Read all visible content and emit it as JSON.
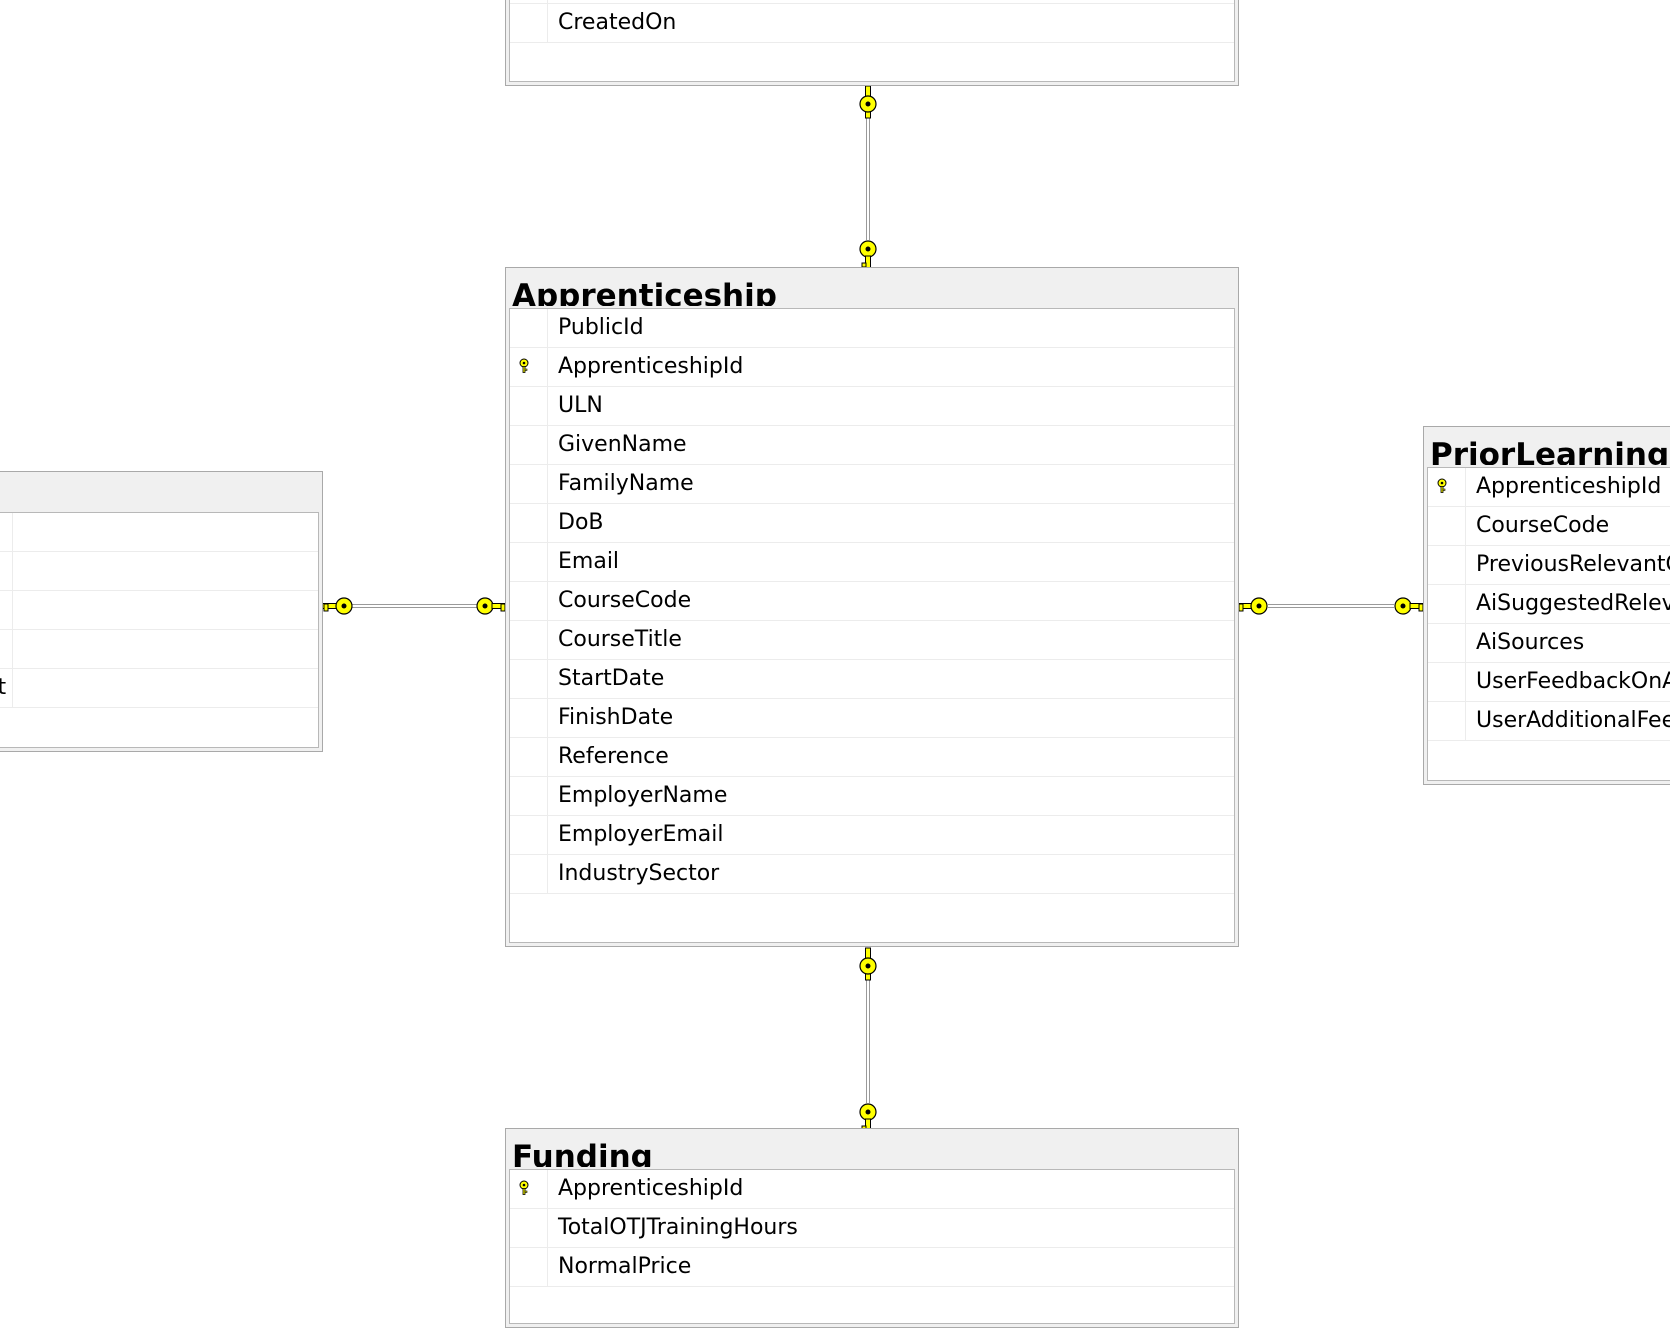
{
  "diagram": {
    "key_color": "#ffff00",
    "tables": [
      {
        "id": "top",
        "title": "",
        "columns": [
          {
            "name": "",
            "key": false
          },
          {
            "name": "CreatedOn",
            "key": false
          }
        ]
      },
      {
        "id": "apprenticeship",
        "title": "Apprenticeship",
        "columns": [
          {
            "name": "PublicId",
            "key": false
          },
          {
            "name": "ApprenticeshipId",
            "key": true
          },
          {
            "name": "ULN",
            "key": false
          },
          {
            "name": "GivenName",
            "key": false
          },
          {
            "name": "FamilyName",
            "key": false
          },
          {
            "name": "DoB",
            "key": false
          },
          {
            "name": "Email",
            "key": false
          },
          {
            "name": "CourseCode",
            "key": false
          },
          {
            "name": "CourseTitle",
            "key": false
          },
          {
            "name": "StartDate",
            "key": false
          },
          {
            "name": "FinishDate",
            "key": false
          },
          {
            "name": "Reference",
            "key": false
          },
          {
            "name": "EmployerName",
            "key": false
          },
          {
            "name": "EmployerEmail",
            "key": false
          },
          {
            "name": "IndustrySector",
            "key": false
          }
        ]
      },
      {
        "id": "left",
        "title": "",
        "columns": [
          {
            "name": "",
            "key": false
          },
          {
            "name": "",
            "key": false
          },
          {
            "name": "",
            "key": false
          },
          {
            "name": "",
            "key": false
          },
          {
            "name": "ort",
            "key": false
          }
        ]
      },
      {
        "id": "prior",
        "title": "PriorLearningQu",
        "columns": [
          {
            "name": "ApprenticeshipId",
            "key": true
          },
          {
            "name": "CourseCode",
            "key": false
          },
          {
            "name": "PreviousRelevantC",
            "key": false
          },
          {
            "name": "AiSuggestedRelev",
            "key": false
          },
          {
            "name": "AiSources",
            "key": false
          },
          {
            "name": "UserFeedbackOnA",
            "key": false
          },
          {
            "name": "UserAdditionalFee",
            "key": false
          }
        ]
      },
      {
        "id": "funding",
        "title": "Funding",
        "columns": [
          {
            "name": "ApprenticeshipId",
            "key": true
          },
          {
            "name": "TotalOTJTrainingHours",
            "key": false
          },
          {
            "name": "NormalPrice",
            "key": false
          }
        ]
      }
    ]
  }
}
